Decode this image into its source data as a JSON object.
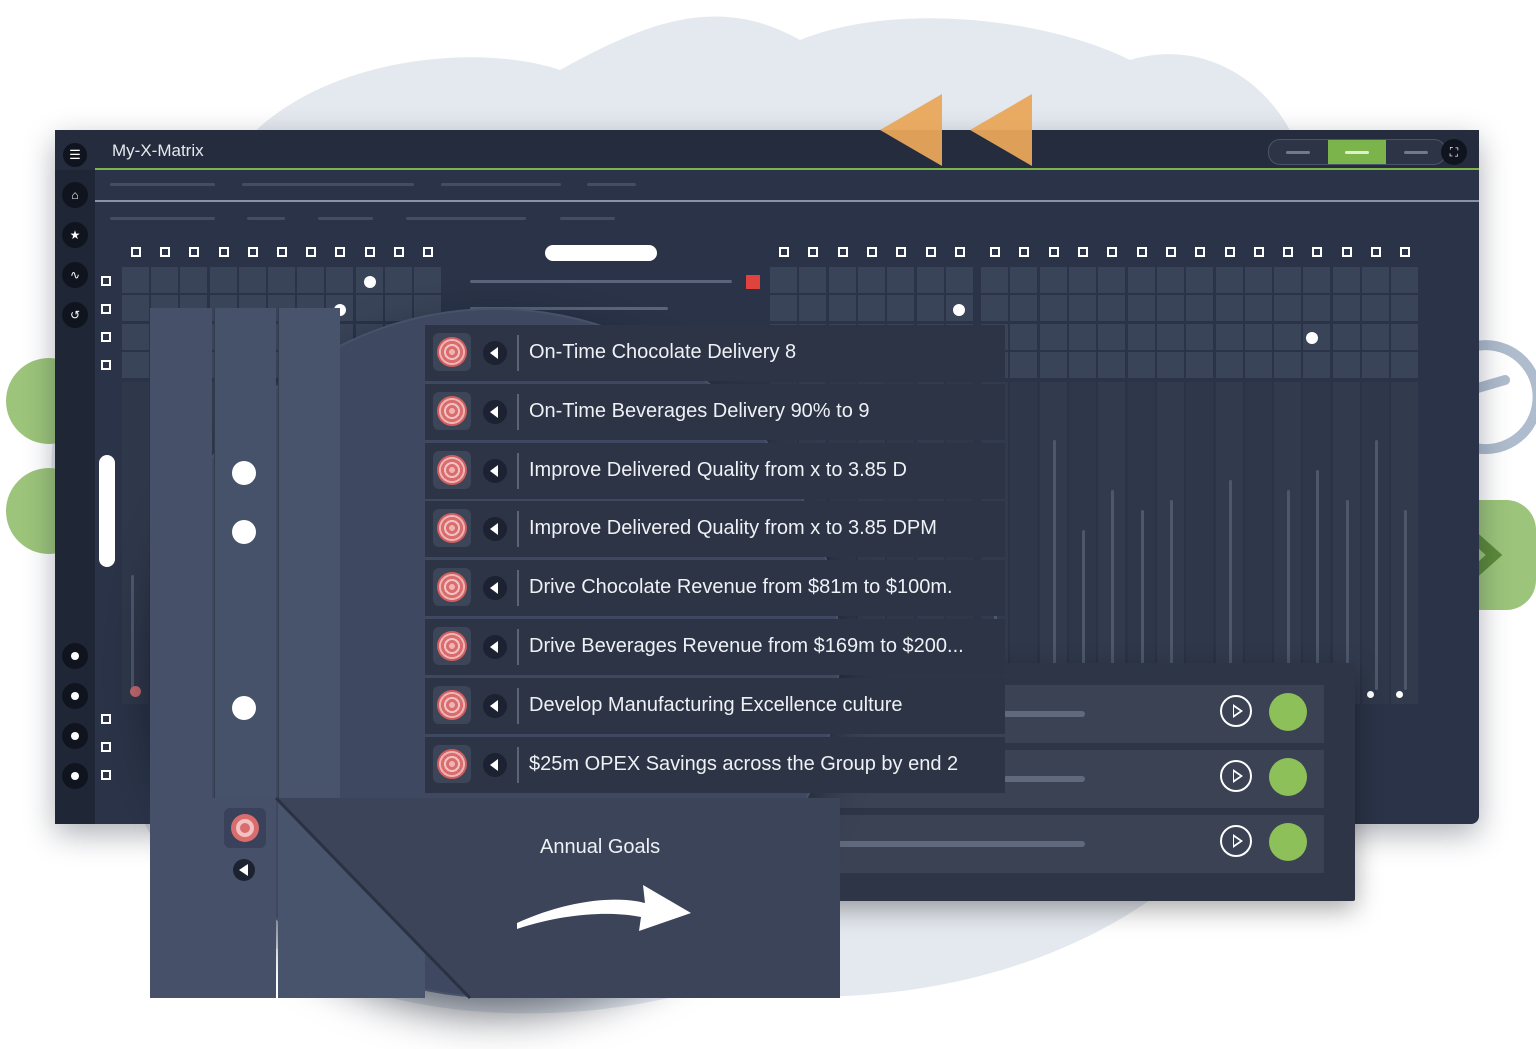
{
  "app": {
    "title": "My-X-Matrix",
    "menu_icon": "hamburger-menu-icon",
    "fullscreen_icon": "expand-icon",
    "accent_color": "#7bb44a",
    "sidebar_icons": [
      "home-icon",
      "star-icon",
      "chart-icon",
      "history-icon"
    ]
  },
  "view_toggle": {
    "selected_index": 1
  },
  "magnifier": {
    "goals": [
      "On-Time Chocolate Delivery 8",
      "On-Time Beverages Delivery 90% to 9",
      "Improve Delivered Quality from x to 3.85 D",
      "Improve Delivered Quality from x to 3.85 DPM",
      "Drive Chocolate Revenue from $81m to $100m.",
      "Drive Beverages Revenue from $169m to $200...",
      "Develop Manufacturing Excellence culture",
      "$25m OPEX Savings across the Group by end 2"
    ],
    "annual_goals_label": "Annual Goals"
  },
  "colors": {
    "green": "#7bb44a",
    "red": "#e0433e",
    "orange": "#f0a553",
    "dark": "#2a3347"
  }
}
